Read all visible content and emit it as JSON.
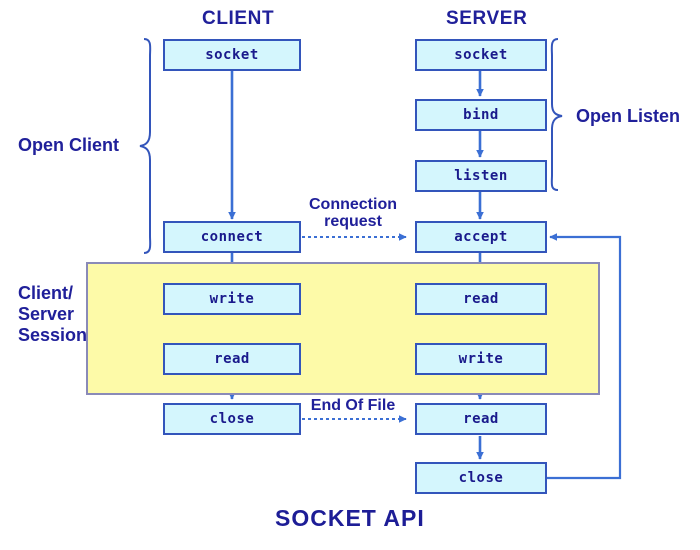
{
  "diagram": {
    "title": "SOCKET API",
    "columns": [
      {
        "name": "client",
        "header": "CLIENT"
      },
      {
        "name": "server",
        "header": "SERVER"
      }
    ],
    "group_labels": {
      "open_client": "Open Client",
      "open_listen": "Open Listen",
      "session": "Client/\nServer\nSession",
      "session_line1": "Client/",
      "session_line2": "Server",
      "session_line3": "Session"
    },
    "edge_labels": {
      "connection_request_line1": "Connection",
      "connection_request_line2": "request",
      "end_of_file": "End Of File"
    },
    "nodes": {
      "client_socket": "socket",
      "client_connect": "connect",
      "client_write": "write",
      "client_read": "read",
      "client_close": "close",
      "server_socket": "socket",
      "server_bind": "bind",
      "server_listen": "listen",
      "server_accept": "accept",
      "server_read": "read",
      "server_write": "write",
      "server_read2": "read",
      "server_close": "close"
    },
    "colors": {
      "node_fill": "#d4f6fd",
      "node_border": "#3355bb",
      "node_text": "#1a1a8c",
      "session_fill": "#fdfaa8",
      "session_border": "#8a8ab8",
      "arrow": "#3b6fd4",
      "label_text": "#20209a",
      "background": "#ffffff"
    }
  }
}
